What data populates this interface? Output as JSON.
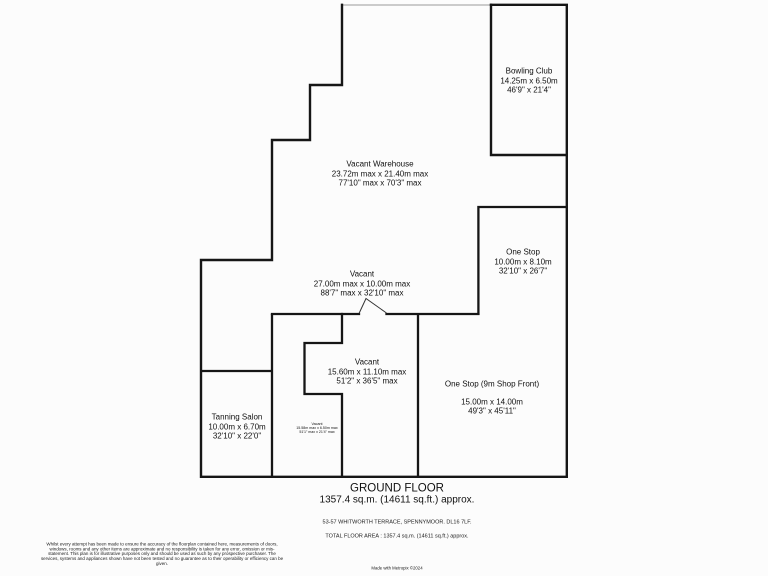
{
  "colors": {
    "wall": "#161616",
    "open_boundary": "#9a9a9a",
    "text": "#111111",
    "background": "#fcfcfc"
  },
  "rooms": {
    "bowling_club": {
      "name": "Bowling Club",
      "metric": "14.25m x 6.50m",
      "imperial": "46'9\" x 21'4\""
    },
    "warehouse": {
      "name": "Vacant Warehouse",
      "metric": "23.72m max x 21.40m max",
      "imperial": "77'10\" max x 70'3\" max"
    },
    "one_stop": {
      "name": "One Stop",
      "metric": "10.00m x 8.10m",
      "imperial": "32'10\" x 26'7\""
    },
    "vacant_middle": {
      "name": "Vacant",
      "metric": "27.00m max x 10.00m max",
      "imperial": "88'7\" max x 32'10\" max"
    },
    "vacant_lower": {
      "name": "Vacant",
      "metric": "15.60m x 11.10m max",
      "imperial": "51'2\" x 36'5\" max"
    },
    "one_stop_shop_front": {
      "name": "One Stop (9m Shop Front)",
      "metric": "15.00m x 14.00m",
      "imperial": "49'3\" x 45'11\""
    },
    "tanning_salon": {
      "name": "Tanning Salon",
      "metric": "10.00m x 6.70m",
      "imperial": "32'10\" x 22'0\""
    },
    "vacant_small": {
      "name": "Vacant",
      "metric": "15.58m max x 6.50m max",
      "imperial": "51'1\" max x 21'4\" max"
    }
  },
  "footer": {
    "floor_title": "GROUND FLOOR",
    "floor_area": "1357.4 sq.m. (14611 sq.ft.) approx.",
    "address": "53-57 WHITWORTH TERRACE, SPENNYMOOR. DL16 7LF.",
    "total_area": "TOTAL FLOOR AREA : 1357.4 sq.m. (14611 sq.ft.) approx.",
    "disclaimer": "Whilst every attempt has been made to ensure the accuracy of the floorplan contained here, measurements of doors, windows, rooms and any other items are approximate and no responsibility is taken for any error, omission or mis-statement. This plan is for illustrative purposes only and should be used as such by any prospective purchaser. The services, systems and appliances shown have not been tested and no guarantee as to their operability or efficiency can be given.",
    "credit": "Made with Metropix ©2024"
  }
}
